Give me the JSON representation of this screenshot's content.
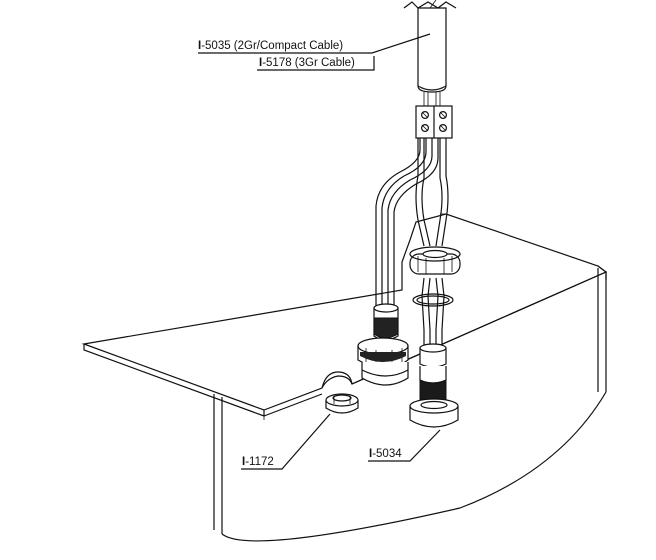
{
  "callouts": {
    "cable_compact": {
      "prefix": "I",
      "text": "-5035 (2Gr/Compact Cable)"
    },
    "cable_3gr": {
      "prefix": "I",
      "text": "-5178 (3Gr Cable)"
    },
    "plug": {
      "prefix": "I",
      "text": "-1172"
    },
    "gland": {
      "prefix": "I",
      "text": "-5034"
    }
  }
}
